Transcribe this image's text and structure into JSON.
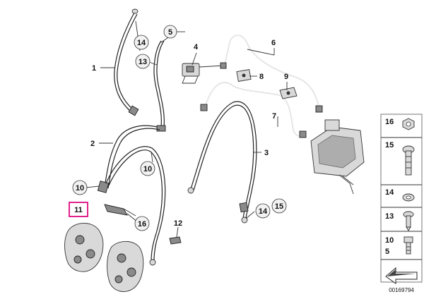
{
  "callouts": {
    "c1": "1",
    "c2": "2",
    "c3": "3",
    "c4": "4",
    "c5": "5",
    "c6": "6",
    "c7": "7",
    "c8": "8",
    "c9": "9",
    "c10a": "10",
    "c10b": "10",
    "c11": "11",
    "c12": "12",
    "c13": "13",
    "c14a": "14",
    "c14b": "14",
    "c15": "15",
    "c16": "16"
  },
  "legend": {
    "i16": "16",
    "i15": "15",
    "i14": "14",
    "i13": "13",
    "i10": "10",
    "i5": "5"
  },
  "doc_number": "00169794",
  "highlight_color": "#e0218a"
}
